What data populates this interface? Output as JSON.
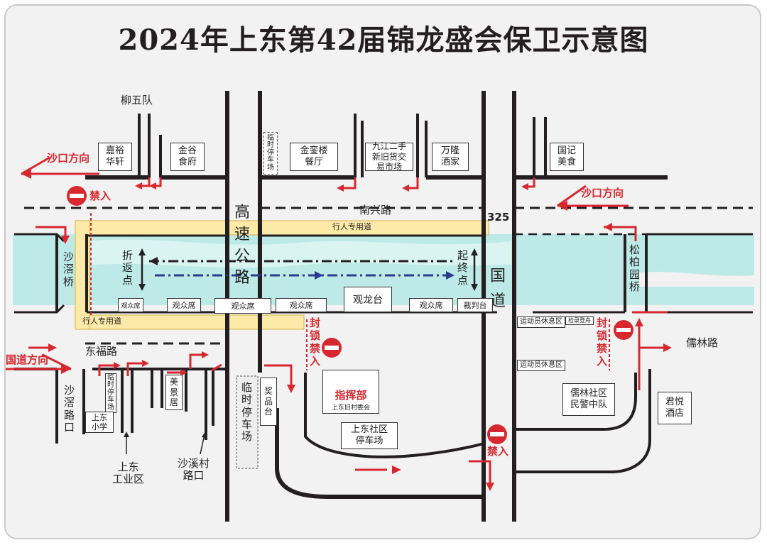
{
  "title": "2024年上东第42届锦龙盛会保卫示意图",
  "roads": {
    "highway": "高\n速\n公\n路",
    "national": "国\n道",
    "national_no": "325",
    "nanxing": "南兴路",
    "dongfu": "东福路",
    "rulin": "儒林路",
    "shaxi_road_mouth": "沙\n滘\n路\n口",
    "shaxi_village_mouth": "沙溪村\n路口",
    "shangdong_industrial": "上东\n工业区",
    "liuwu": "柳五队"
  },
  "directions": {
    "shakou_left": "沙口方向",
    "shakou_right": "沙口方向",
    "guodao": "国道方向"
  },
  "bridges": {
    "left": "沙\n滘\n桥",
    "right": "松\n柏\n园\n桥"
  },
  "pedestrian": {
    "top": "行人专用道",
    "bottom": "行人专用道"
  },
  "race": {
    "turn": "折\n返\n点",
    "start": "起\n终\n点"
  },
  "seats": {
    "s1": "观众席",
    "s2": "观众席",
    "s3": "观众席",
    "s4": "观众席",
    "s5": "观众席",
    "dragon_stage": "观龙台",
    "referee": "裁判台",
    "small_tag": "临时停车场"
  },
  "places": {
    "jiayu": "嘉裕\n华轩",
    "jingu": "金谷\n食府",
    "temp_parking_top": "临\n时\n停\n车\n场",
    "jinluan": "金銮楼\n餐厅",
    "jiujiang": "九江二手\n新旧货交\n易市场",
    "wanlong": "万隆\n酒家",
    "guoji": "国记\n美食",
    "rest1": "运动员休息区",
    "checkin": "检录登舟",
    "rest2": "运动员休息区",
    "police": "儒林社区\n民警中队",
    "junyue": "君悦\n酒店",
    "school": "上东\n小学",
    "school_parking": "临\n时\n停\n车\n场",
    "meijing": "美\n景\n居",
    "temp_parking": "临\n时\n停\n车\n场",
    "prize": "奖\n品\n台",
    "hq": "指挥部",
    "hq_sub": "上东旧村委会",
    "community_parking": "上东社区\n停车场"
  },
  "signs": {
    "forbid1": "禁入",
    "forbid2": "禁入",
    "lock1": "封\n锁\n禁\n入",
    "lock2": "封\n锁\n禁\n入"
  },
  "colors": {
    "road": "#231f20",
    "river": "#bdeae6",
    "walkway": "#fde9a8",
    "sign_red": "#d7282f",
    "route_dark": "#222222",
    "route_blue": "#2b3a8f"
  }
}
